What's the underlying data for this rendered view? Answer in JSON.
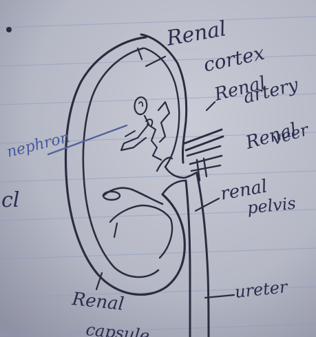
{
  "labels": {
    "renal_cortex_line1": "Renal",
    "renal_cortex_line2": "cortex",
    "renal_artery_line1": "Renal",
    "renal_artery_line2": "artery",
    "renal_vein_line1": "Renal",
    "renal_vein_line2": "veer",
    "nephron": "nephron",
    "renal_pelvis_line1": "renal",
    "renal_pelvis_line2": "pelvis",
    "renal_capsule_line1": "Renal",
    "renal_capsule_line2": "capsule",
    "ureter": "ureter",
    "margin_fragment": "cl"
  },
  "colors": {
    "paper": "#b9bcc8",
    "ink": "#2a2c40",
    "blue_ink": "#46599a",
    "ruled_line": "#8d9bc0"
  }
}
